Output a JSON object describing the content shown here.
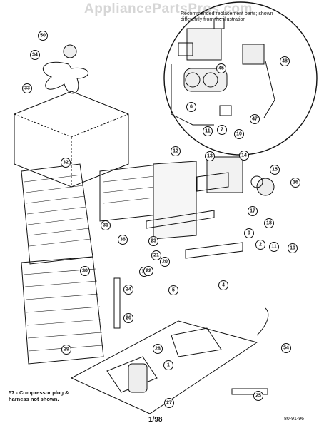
{
  "watermark": "AppliancePartsPros.com",
  "inset_caption": "Recommended replacement parts; shown differently from the illustration",
  "note": "57 - Compressor plug & harness not shown.",
  "footer": {
    "page": "1/98",
    "code": "80-91-96"
  },
  "callouts": [
    "50",
    "34",
    "33",
    "32",
    "31",
    "36",
    "30",
    "37",
    "24",
    "26",
    "29",
    "12",
    "13",
    "14",
    "15",
    "16",
    "17",
    "18",
    "21",
    "20",
    "22",
    "23",
    "9",
    "2",
    "11",
    "19",
    "5",
    "4",
    "45",
    "47",
    "48",
    "6",
    "7",
    "11b",
    "10",
    "28",
    "1",
    "27",
    "54",
    "25"
  ]
}
